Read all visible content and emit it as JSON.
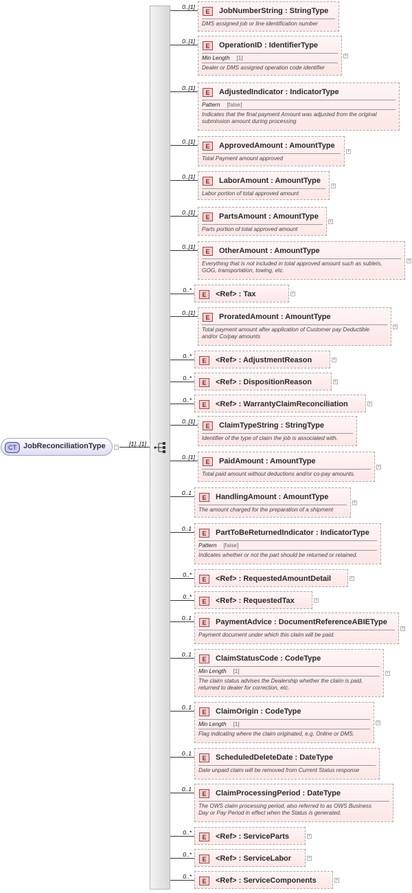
{
  "complex_type": {
    "badge": "CT",
    "name": "JobReconciliationType",
    "cardinality": "[1]..[1]"
  },
  "elements": [
    {
      "type": "element",
      "label": "JobNumberString : StringType",
      "card": "0..[1]",
      "doc": [
        "DMS assigned job or line identification number"
      ],
      "facet": null,
      "expand": false
    },
    {
      "type": "element",
      "label": "OperationID : IdentifierType",
      "card": "0..[1]",
      "facet": {
        "name": "Min Length",
        "value": "[1]"
      },
      "doc": [
        "Dealer or DMS assigned operation code identifier"
      ],
      "expand": true
    },
    {
      "type": "element",
      "label": "AdjustedIndicator : IndicatorType",
      "card": "0..[1]",
      "facet": {
        "name": "Pattern",
        "value": "[false]"
      },
      "doc": [
        "Indicates that the final payment Amount was adjusted from the original",
        "submission amount during processing"
      ],
      "expand": false
    },
    {
      "type": "element",
      "label": "ApprovedAmount : AmountType",
      "card": "0..[1]",
      "doc": [
        "Total Payment amount approved"
      ],
      "facet": null,
      "expand": true
    },
    {
      "type": "element",
      "label": "LaborAmount : AmountType",
      "card": "0..[1]",
      "doc": [
        "Labor portion of total approved amount"
      ],
      "facet": null,
      "expand": true
    },
    {
      "type": "element",
      "label": "PartsAmount : AmountType",
      "card": "0..[1]",
      "doc": [
        "Parts portion of total approved amount"
      ],
      "facet": null,
      "expand": true
    },
    {
      "type": "element",
      "label": "OtherAmount : AmountType",
      "card": "0..[1]",
      "doc": [
        "Everything that is not included in total approved amount such as sublets,",
        "GOG, transportation, towing, etc."
      ],
      "facet": null,
      "expand": true
    },
    {
      "type": "ref",
      "label": "<Ref>     : Tax",
      "card": "0..*",
      "expand": true
    },
    {
      "type": "element",
      "label": "ProratedAmount : AmountType",
      "card": "0..[1]",
      "doc": [
        "Total payment amount after application of Customer pay Deductible",
        "and/or Co/pay amounts"
      ],
      "facet": null,
      "expand": true
    },
    {
      "type": "ref",
      "label": "<Ref>     : AdjustmentReason",
      "card": "0..*",
      "expand": true
    },
    {
      "type": "ref",
      "label": "<Ref>     : DispositionReason",
      "card": "0..*",
      "expand": true
    },
    {
      "type": "ref",
      "label": "<Ref>     : WarrantyClaimReconciliation",
      "card": "0..*",
      "expand": true
    },
    {
      "type": "element",
      "label": "ClaimTypeString : StringType",
      "card": "0..[1]",
      "doc": [
        "Identifier of the type of claim the job is associated with."
      ],
      "facet": null,
      "expand": false
    },
    {
      "type": "element",
      "label": "PaidAmount : AmountType",
      "card": "0..[1]",
      "doc": [
        "Total paid amount without deductions and/or co-pay amounts."
      ],
      "facet": null,
      "expand": true
    },
    {
      "type": "element",
      "label": "HandlingAmount : AmountType",
      "card": "0..1",
      "doc": [
        "The amount charged for the preparation of a shipment"
      ],
      "facet": null,
      "expand": true
    },
    {
      "type": "element",
      "label": "PartToBeReturnedIndicator : IndicatorType",
      "card": "0..1",
      "facet": {
        "name": "Pattern",
        "value": "[false]"
      },
      "doc": [
        "Indicates whether or not the part should be returned or retained."
      ],
      "expand": false
    },
    {
      "type": "ref",
      "label": "<Ref>     : RequestedAmountDetail",
      "card": "0..*",
      "expand": true
    },
    {
      "type": "ref",
      "label": "<Ref>     : RequestedTax",
      "card": "0..*",
      "expand": true
    },
    {
      "type": "element",
      "label": "PaymentAdvice : DocumentReferenceABIEType",
      "card": "0..1",
      "doc": [
        "Payment document under which this claim will be paid."
      ],
      "facet": null,
      "expand": true
    },
    {
      "type": "element",
      "label": "ClaimStatusCode : CodeType",
      "card": "0..1",
      "facet": {
        "name": "Min Length",
        "value": "[1]"
      },
      "doc": [
        "The claim status advises the Dealership whether the claim is paid,",
        "returned to dealer for correction, etc."
      ],
      "expand": true
    },
    {
      "type": "element",
      "label": "ClaimOrigin : CodeType",
      "card": "0..1",
      "facet": {
        "name": "Min Length",
        "value": "[1]"
      },
      "doc": [
        "Flag indicating where the claim originated, e.g. Online or DMS."
      ],
      "expand": true
    },
    {
      "type": "element",
      "label": "ScheduledDeleteDate : DateType",
      "card": "0..1",
      "doc": [
        "Date unpaid claim will be removed from Current Status response"
      ],
      "facet": null,
      "expand": false
    },
    {
      "type": "element",
      "label": "ClaimProcessingPeriod : DateType",
      "card": "0..1",
      "doc": [
        "The OWS claim processing period, also referred to as OWS Business",
        "Day or Pay Period in effect when the Status is generated."
      ],
      "facet": null,
      "expand": false
    },
    {
      "type": "ref",
      "label": "<Ref>     : ServiceParts",
      "card": "0..*",
      "expand": true
    },
    {
      "type": "ref",
      "label": "<Ref>     : ServiceLabor",
      "card": "0..*",
      "expand": true
    },
    {
      "type": "ref",
      "label": "<Ref>     : ServiceComponents",
      "card": "0..*",
      "expand": true
    }
  ],
  "badge_letter": "E",
  "expand_symbol": "+",
  "collapse_symbol": "−"
}
